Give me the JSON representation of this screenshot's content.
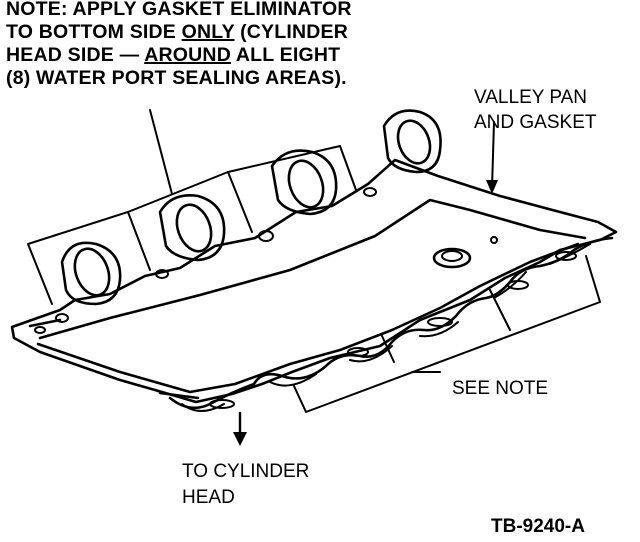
{
  "note": {
    "line1": "NOTE:  APPLY GASKET ELIMINATOR",
    "line2_a": "TO BOTTOM SIDE ",
    "line2_b": "ONLY",
    "line2_c": " (CYLINDER",
    "line3_a": "HEAD SIDE — ",
    "line3_b": "AROUND",
    "line3_c": " ALL EIGHT",
    "line4": "(8) WATER PORT SEALING AREAS)."
  },
  "labels": {
    "valley_line1": "VALLEY PAN",
    "valley_line2": "AND GASKET",
    "see_note": "SEE NOTE",
    "to_cyl_line1": "TO CYLINDER",
    "to_cyl_line2": "HEAD"
  },
  "figure_code": "TB-9240-A",
  "colors": {
    "ink": "#000000",
    "paper": "#ffffff"
  }
}
